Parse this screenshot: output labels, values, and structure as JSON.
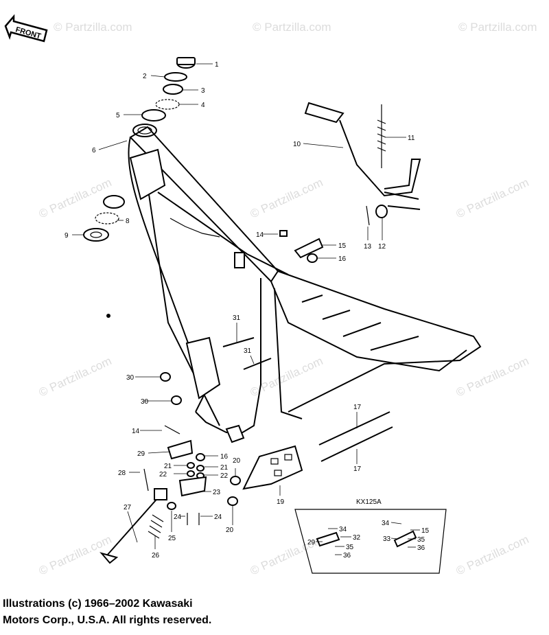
{
  "front_label": "FRONT",
  "watermark": "© Partzilla.com",
  "inset_label": "KX125A",
  "copyright_line1": "Illustrations (c) 1966–2002 Kawasaki",
  "copyright_line2": "Motors Corp., U.S.A.  All rights reserved.",
  "callouts": [
    "1",
    "2",
    "3",
    "4",
    "5",
    "6",
    "8",
    "9",
    "10",
    "11",
    "12",
    "13",
    "14",
    "15",
    "16",
    "31",
    "31",
    "30",
    "30",
    "14",
    "29",
    "21",
    "21",
    "22",
    "22",
    "16",
    "20",
    "17",
    "17",
    "28",
    "23",
    "19",
    "27",
    "24",
    "24",
    "20",
    "25",
    "26",
    "34",
    "32",
    "29",
    "35",
    "36",
    "34",
    "15",
    "33",
    "35",
    "36"
  ]
}
